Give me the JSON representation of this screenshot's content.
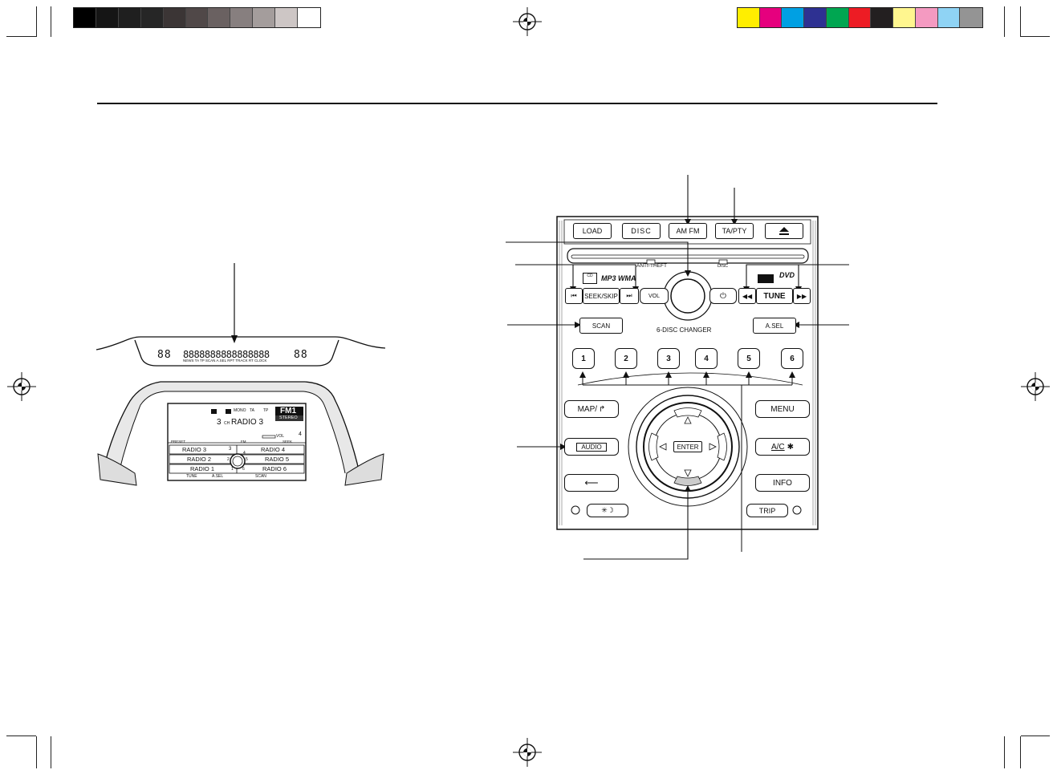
{
  "colors": {
    "gray_bar": [
      "#000000",
      "#151515",
      "#1f1f1f",
      "#262626",
      "#3b3535",
      "#504848",
      "#6a6161",
      "#877f7f",
      "#a49d9c",
      "#cdc6c5",
      "#ffffff"
    ],
    "color_bar": [
      "#ffee00",
      "#e6007e",
      "#00a0e3",
      "#2e3192",
      "#00a651",
      "#ed1c24",
      "#231f20",
      "#fff68f",
      "#f49ac1",
      "#8fd3f4",
      "#949494"
    ]
  },
  "display": {
    "segments": {
      "left": "88",
      "labels": "NEWS TA TP SCAN A.SEL RPT TRACK RT CLOCK",
      "right": "88"
    },
    "screen": {
      "indicators": [
        "MONO",
        "TA",
        "TP"
      ],
      "band": "FM1",
      "stereo": "STEREO",
      "preset_num": "3",
      "ch": "CH",
      "station": "RADIO 3",
      "vol_label": "VOL",
      "vol_value": "4",
      "presets_left": [
        "RADIO 3",
        "RADIO 2",
        "RADIO 1"
      ],
      "presets_right": [
        "RADIO 4",
        "RADIO 5",
        "RADIO 6"
      ],
      "preset_nums_left": [
        "3",
        "2",
        "1"
      ],
      "preset_nums_right": [
        "4",
        "5",
        "6"
      ],
      "top_left": "PRESET",
      "top_mid": "FM",
      "top_right": "SEEK",
      "bottom": [
        "TUNE",
        "A.SEL",
        "SCAN"
      ]
    }
  },
  "panel": {
    "top_buttons": [
      "LOAD",
      "DISC",
      "AM FM",
      "TA/PTY"
    ],
    "anti_theft": "ANTI-THEFT",
    "disc_indicator": "DISC",
    "mp3_wma": "MP3 WMA",
    "seek_skip": "SEEK/SKIP",
    "vol": "VOL",
    "tune": "TUNE",
    "scan": "SCAN",
    "a_sel": "A.SEL",
    "changer": "6-DISC CHANGER",
    "presets": [
      "1",
      "2",
      "3",
      "4",
      "5",
      "6"
    ],
    "map": "MAP/",
    "menu": "MENU",
    "audio": "AUDIO",
    "ac": "A/C",
    "info": "INFO",
    "trip": "TRIP",
    "enter": "ENTER",
    "dvd": "DVD"
  }
}
